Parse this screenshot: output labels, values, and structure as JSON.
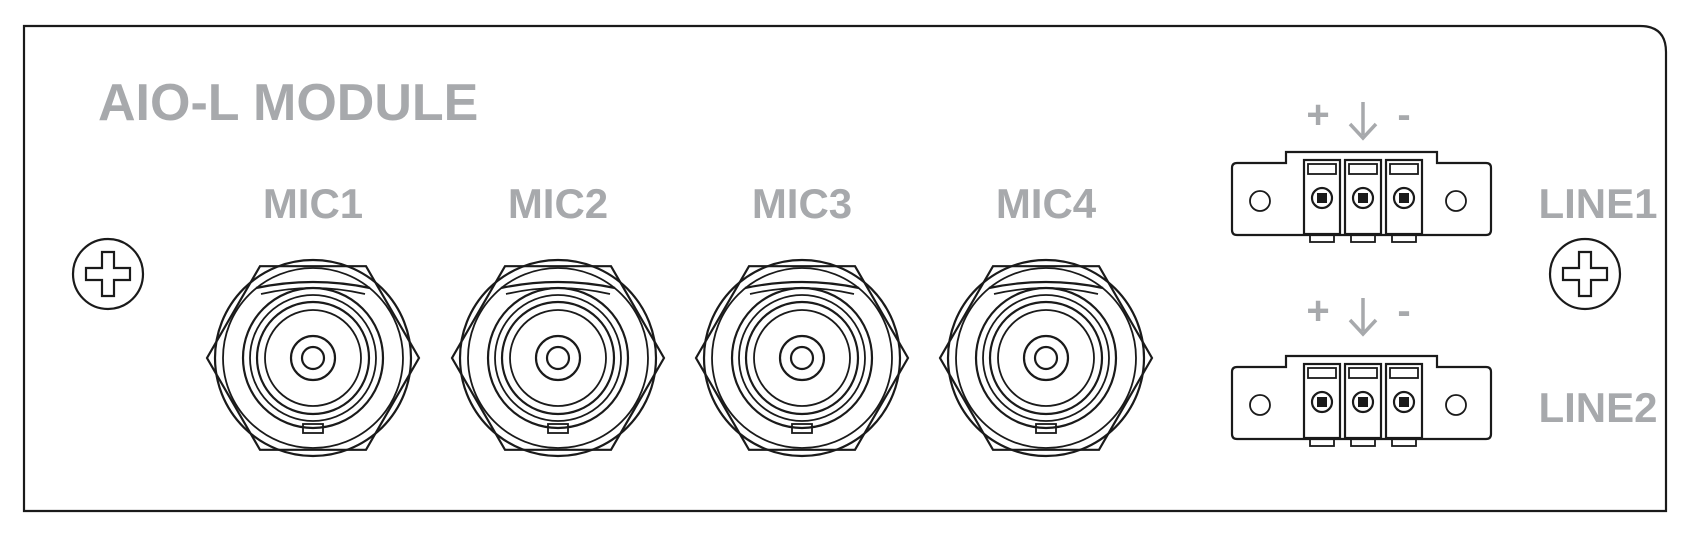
{
  "panel": {
    "title": "AIO-L MODULE"
  },
  "mic_inputs": [
    {
      "label": "MIC1"
    },
    {
      "label": "MIC2"
    },
    {
      "label": "MIC3"
    },
    {
      "label": "MIC4"
    }
  ],
  "line_outputs": [
    {
      "label": "LINE1",
      "polarity": {
        "plus": "+",
        "minus": "-"
      }
    },
    {
      "label": "LINE2",
      "polarity": {
        "plus": "+",
        "minus": "-"
      }
    }
  ],
  "colors": {
    "label_gray": "#a7a9ac",
    "outline": "#1a1a1a",
    "background": "#ffffff"
  }
}
